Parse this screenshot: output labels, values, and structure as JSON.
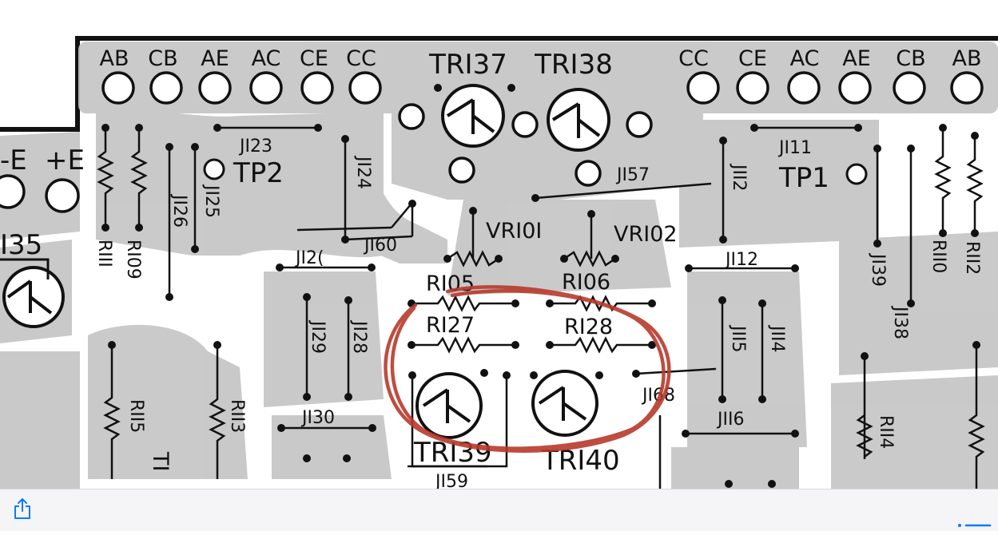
{
  "diagram": {
    "connectors_left": [
      "AB",
      "CB",
      "AE",
      "AC",
      "CE",
      "CC"
    ],
    "connectors_right": [
      "CC",
      "CE",
      "AC",
      "AE",
      "CB",
      "AB"
    ],
    "transistors": {
      "tr137": "TRI37",
      "tr138": "TRI38",
      "tr139": "TRI39",
      "tr140": "TRI40",
      "tr135_partial": "I35",
      "tr_partial_bottom": "TI"
    },
    "power_labels": {
      "neg": "-E",
      "pos": "+E"
    },
    "test_points": {
      "tp1": "TP1",
      "tp2": "TP2"
    },
    "variable_resistors": {
      "vr101": "VRI0I",
      "vr102": "VRI02"
    },
    "resistors": {
      "r105": "RI05",
      "r106": "RI06",
      "r127": "RI27",
      "r128": "RI28",
      "r109": "RI09",
      "r110": "RII0",
      "r111": "RIII",
      "r112": "RII2",
      "r113": "RII3",
      "r114": "RII4",
      "r115": "RII5"
    },
    "jumpers": {
      "j111": "JI11",
      "j112": "JII2",
      "j112b": "JI12",
      "j114": "JII4",
      "j115": "JII5",
      "j116": "JII6",
      "j123": "JI23",
      "j124": "JI24",
      "j125": "JI25",
      "j126": "JI26",
      "j127": "JI2(",
      "j128": "JI28",
      "j129": "JI29",
      "j130": "JI30",
      "j138": "JI38",
      "j139": "JI39",
      "j157": "JI57",
      "j159": "JI59",
      "j160": "JI60",
      "j168": "JI68"
    },
    "highlight_color": "#b83a2c",
    "ink_color": "#111111",
    "copper_color": "#bfbfbf"
  },
  "toolbar": {
    "share_icon": "share-icon",
    "more_icon": "more-icon",
    "accent": "#0a7aff"
  }
}
